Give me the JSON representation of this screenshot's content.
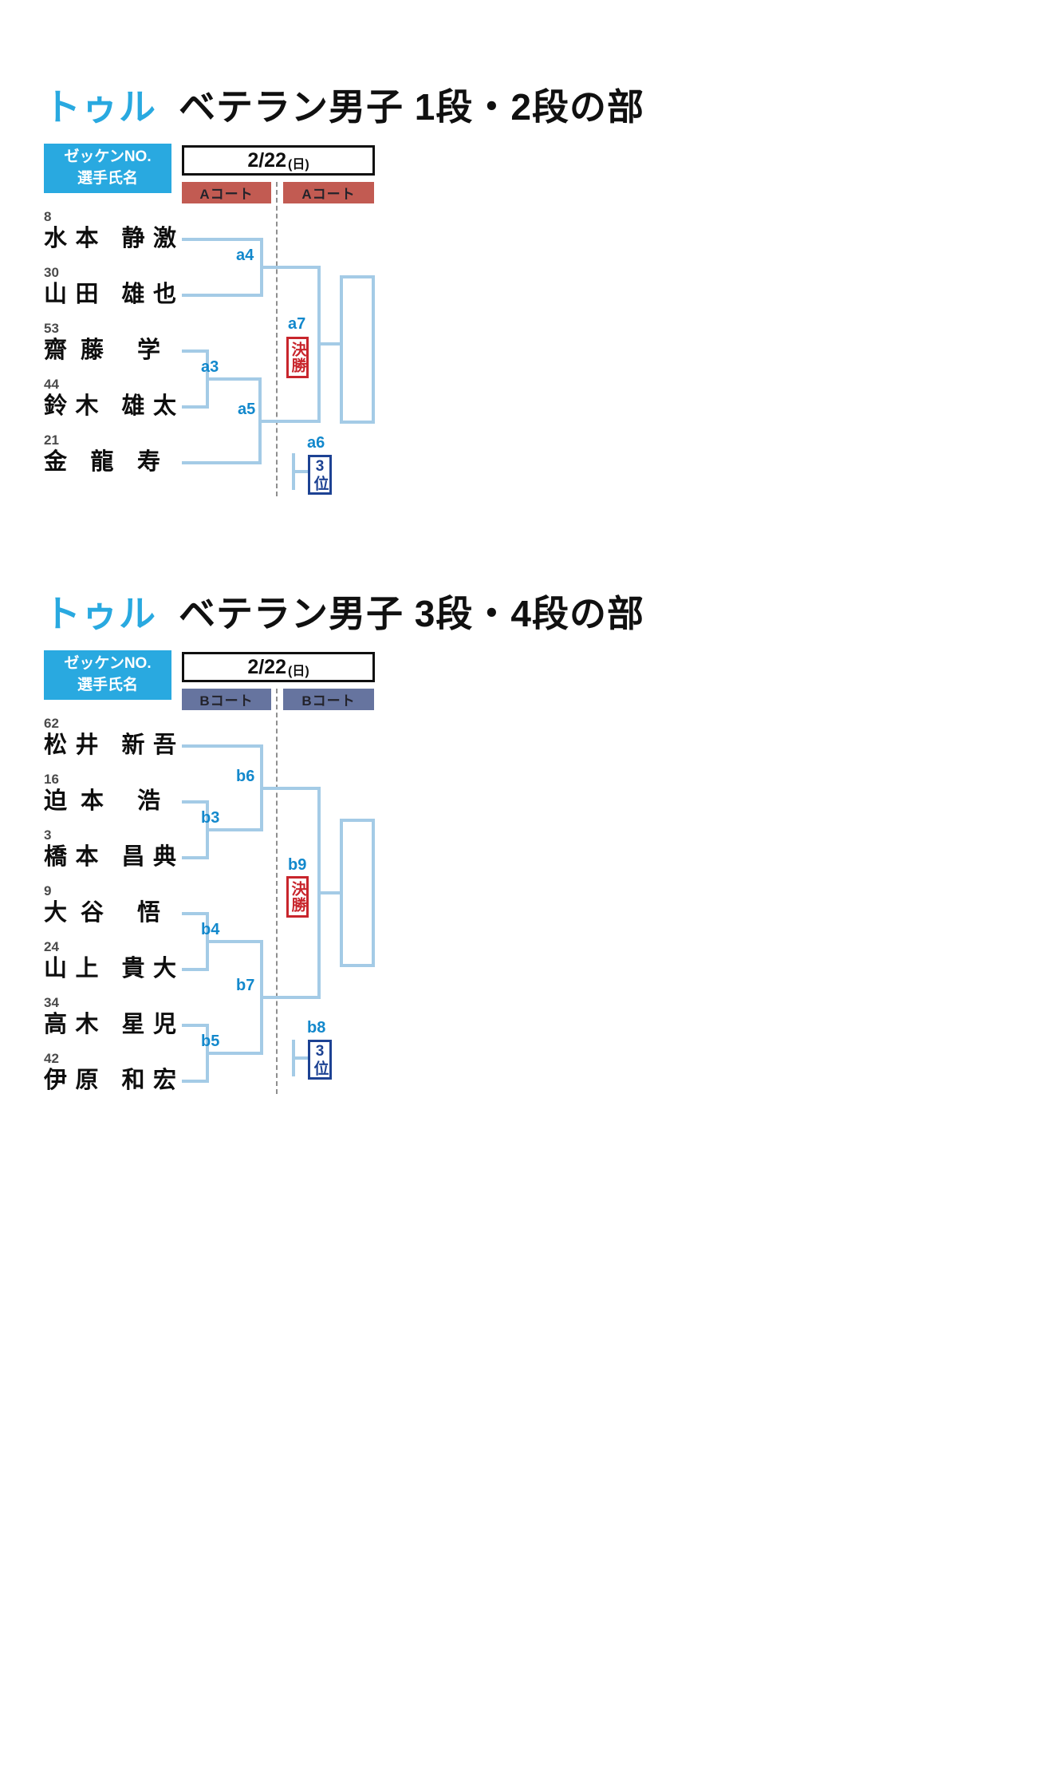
{
  "colors": {
    "accent_cyan": "#29A9E0",
    "bracket_line": "#A4CBE6",
    "match_label_blue": "#1288CC",
    "court_a_red": "#C25B52",
    "court_b_blue": "#66749F",
    "final_red": "#C8252C",
    "third_navy": "#1D4293"
  },
  "brackets": [
    {
      "event": "トゥル",
      "division": "ベテラン男子 1段・2段の部",
      "legend": {
        "line1": "ゼッケンNO.",
        "line2": "選手氏名"
      },
      "date": {
        "value": "2/22",
        "weekday": "(日)"
      },
      "courts": [
        "Aコート",
        "Aコート"
      ],
      "players": [
        {
          "no": "8",
          "name": "水本 静激"
        },
        {
          "no": "30",
          "name": "山田 雄也"
        },
        {
          "no": "53",
          "name": "齋藤 学"
        },
        {
          "no": "44",
          "name": "鈴木 雄太"
        },
        {
          "no": "21",
          "name": "金 龍 寿"
        }
      ],
      "matches": {
        "semi_top": "a4",
        "quarter": "a3",
        "semi_bottom": "a5",
        "third": "a6",
        "final": "a7"
      },
      "final_label": "決勝",
      "third_label": "3位"
    },
    {
      "event": "トゥル",
      "division": "ベテラン男子 3段・4段の部",
      "legend": {
        "line1": "ゼッケンNO.",
        "line2": "選手氏名"
      },
      "date": {
        "value": "2/22",
        "weekday": "(日)"
      },
      "courts": [
        "Bコート",
        "Bコート"
      ],
      "players": [
        {
          "no": "62",
          "name": "松井 新吾"
        },
        {
          "no": "16",
          "name": "迫本 浩"
        },
        {
          "no": "3",
          "name": "橋本 昌典"
        },
        {
          "no": "9",
          "name": "大谷 悟"
        },
        {
          "no": "24",
          "name": "山上 貴大"
        },
        {
          "no": "34",
          "name": "高木 星児"
        },
        {
          "no": "42",
          "name": "伊原 和宏"
        }
      ],
      "matches": {
        "semi_top": "b6",
        "quarter_top": "b3",
        "quarter_mid": "b4",
        "quarter_bottom": "b5",
        "semi_bottom": "b7",
        "third": "b8",
        "final": "b9"
      },
      "final_label": "決勝",
      "third_label": "3位"
    }
  ]
}
